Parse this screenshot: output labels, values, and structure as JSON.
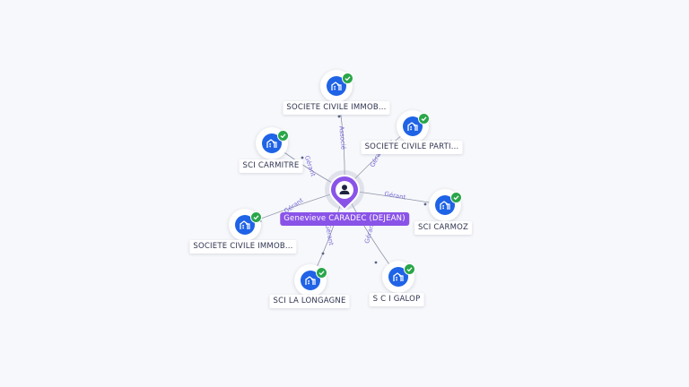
{
  "center": {
    "name": "Genevieve CARADEC (DEJEAN)",
    "icon": "person-icon"
  },
  "companies": [
    {
      "id": "sci-carmitre",
      "name": "SCI CARMITRE",
      "relation": "Gérant",
      "verified": true
    },
    {
      "id": "societe-civile-immob-top",
      "name": "SOCIETE CIVILE IMMOB...",
      "relation": "Associé",
      "verified": true
    },
    {
      "id": "societe-civile-parti",
      "name": "SOCIETE CIVILE PARTI...",
      "relation": "Gérant",
      "verified": true
    },
    {
      "id": "sci-carmoz",
      "name": "SCI CARMOZ",
      "relation": "Gérant",
      "verified": true
    },
    {
      "id": "sci-galop",
      "name": "S C I GALOP",
      "relation": "Gérant",
      "verified": true
    },
    {
      "id": "sci-la-longagne",
      "name": "SCI LA LONGAGNE",
      "relation": "Gérant",
      "verified": true
    },
    {
      "id": "societe-civile-immob-left",
      "name": "SOCIETE CIVILE IMMOB...",
      "relation": "Gérant",
      "verified": true
    }
  ],
  "colors": {
    "center_pin": "#8a53e8",
    "company_icon": "#1f63e6",
    "verified_badge": "#2aa64a",
    "edge": "#8e93a8",
    "edge_label": "#7a6fd9"
  },
  "icons": {
    "company": "building-icon",
    "verified": "check-badge-icon"
  }
}
